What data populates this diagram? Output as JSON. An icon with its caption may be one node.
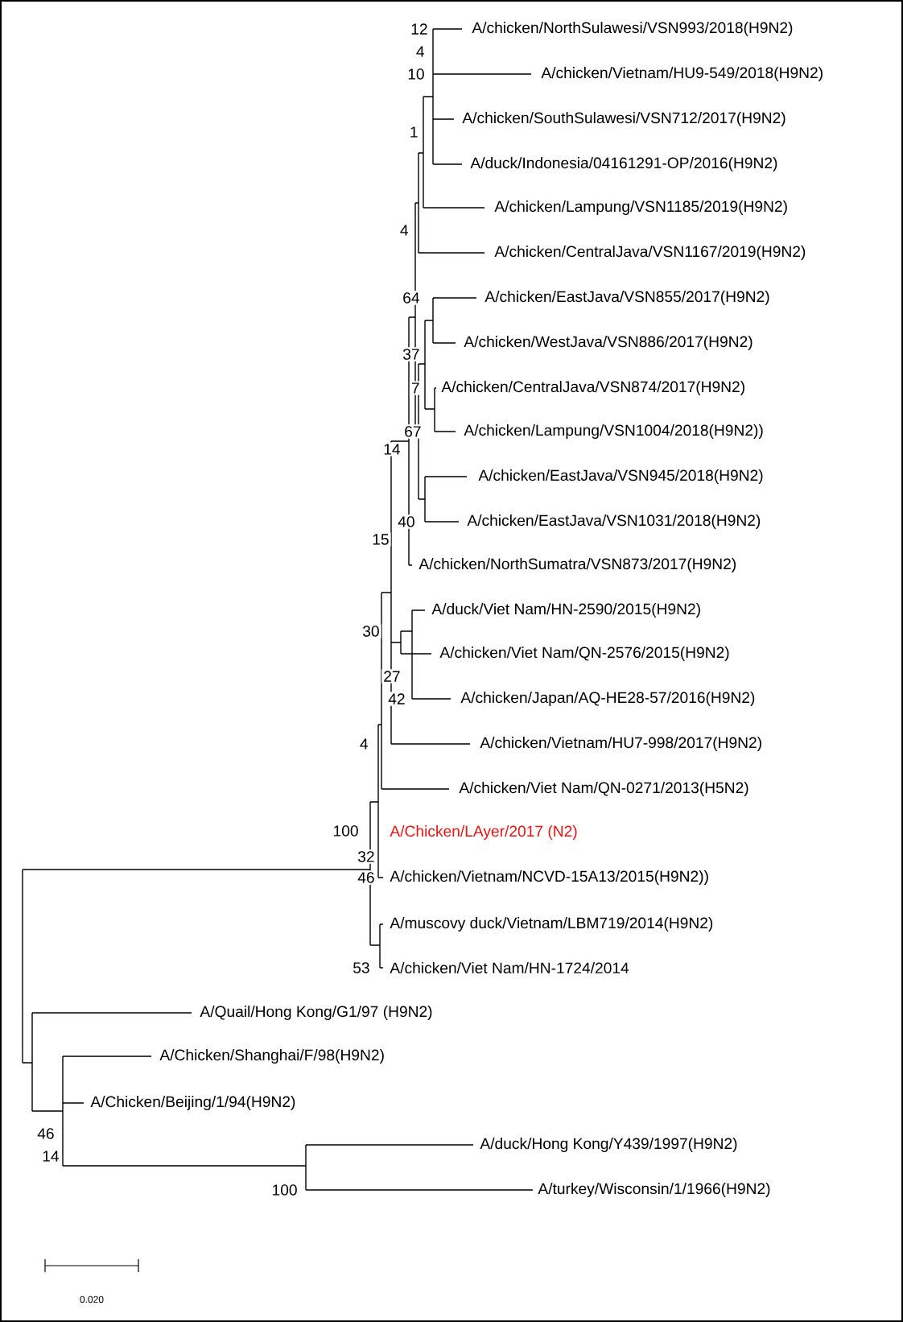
{
  "diagram": {
    "labels": [
      "12",
      "A/chicken/NorthSulawesi/VSN993/2018(H9N2)",
      "4",
      "10",
      "A/chicken/Vietnam/HU9-549/2018(H9N2)",
      "A/chicken/SouthSulawesi/VSN712/2017(H9N2)",
      "1",
      "A/duck/Indonesia/04161291-OP/2016(H9N2)",
      "A/chicken/Lampung/VSN1185/2019(H9N2)",
      "4",
      "A/chicken/CentralJava/VSN1167/2019(H9N2)",
      "64",
      "A/chicken/EastJava/VSN855/2017(H9N2)",
      "A/chicken/WestJava/VSN886/2017(H9N2)",
      "37",
      "A/chicken/CentralJava/VSN874/2017(H9N2)",
      "7",
      "A/chicken/Lampung/VSN1004/2018(H9N2))",
      "67",
      "14",
      "A/chicken/EastJava/VSN945/2018(H9N2)",
      "A/chicken/EastJava/VSN1031/2018(H9N2)",
      "40",
      "15",
      "A/chicken/NorthSumatra/VSN873/2017(H9N2)",
      "A/duck/Viet Nam/HN-2590/2015(H9N2)",
      "30",
      "A/chicken/Viet Nam/QN-2576/2015(H9N2)",
      "27",
      "42",
      "A/chicken/Japan/AQ-HE28-57/2016(H9N2)",
      "A/chicken/Vietnam/HU7-998/2017(H9N2)",
      "4",
      "A/chicken/Viet Nam/QN-0271/2013(H5N2)",
      "100",
      "A/Chicken/LAyer/2017 (N2)",
      "32",
      "A/chicken/Vietnam/NCVD-15A13/2015(H9N2))",
      "46",
      "A/muscovy duck/Vietnam/LBM719/2014(H9N2)",
      "A/chicken/Viet Nam/HN-1724/2014",
      "53",
      "A/Quail/Hong Kong/G1/97 (H9N2)",
      "A/Chicken/Shanghai/F/98(H9N2)",
      "A/Chicken/Beijing/1/94(H9N2)",
      "46",
      "A/duck/Hong Kong/Y439/1997(H9N2)",
      "14",
      "100",
      "A/turkey/Wisconsin/1/1966(H9N2)",
      "0.020"
    ]
  }
}
